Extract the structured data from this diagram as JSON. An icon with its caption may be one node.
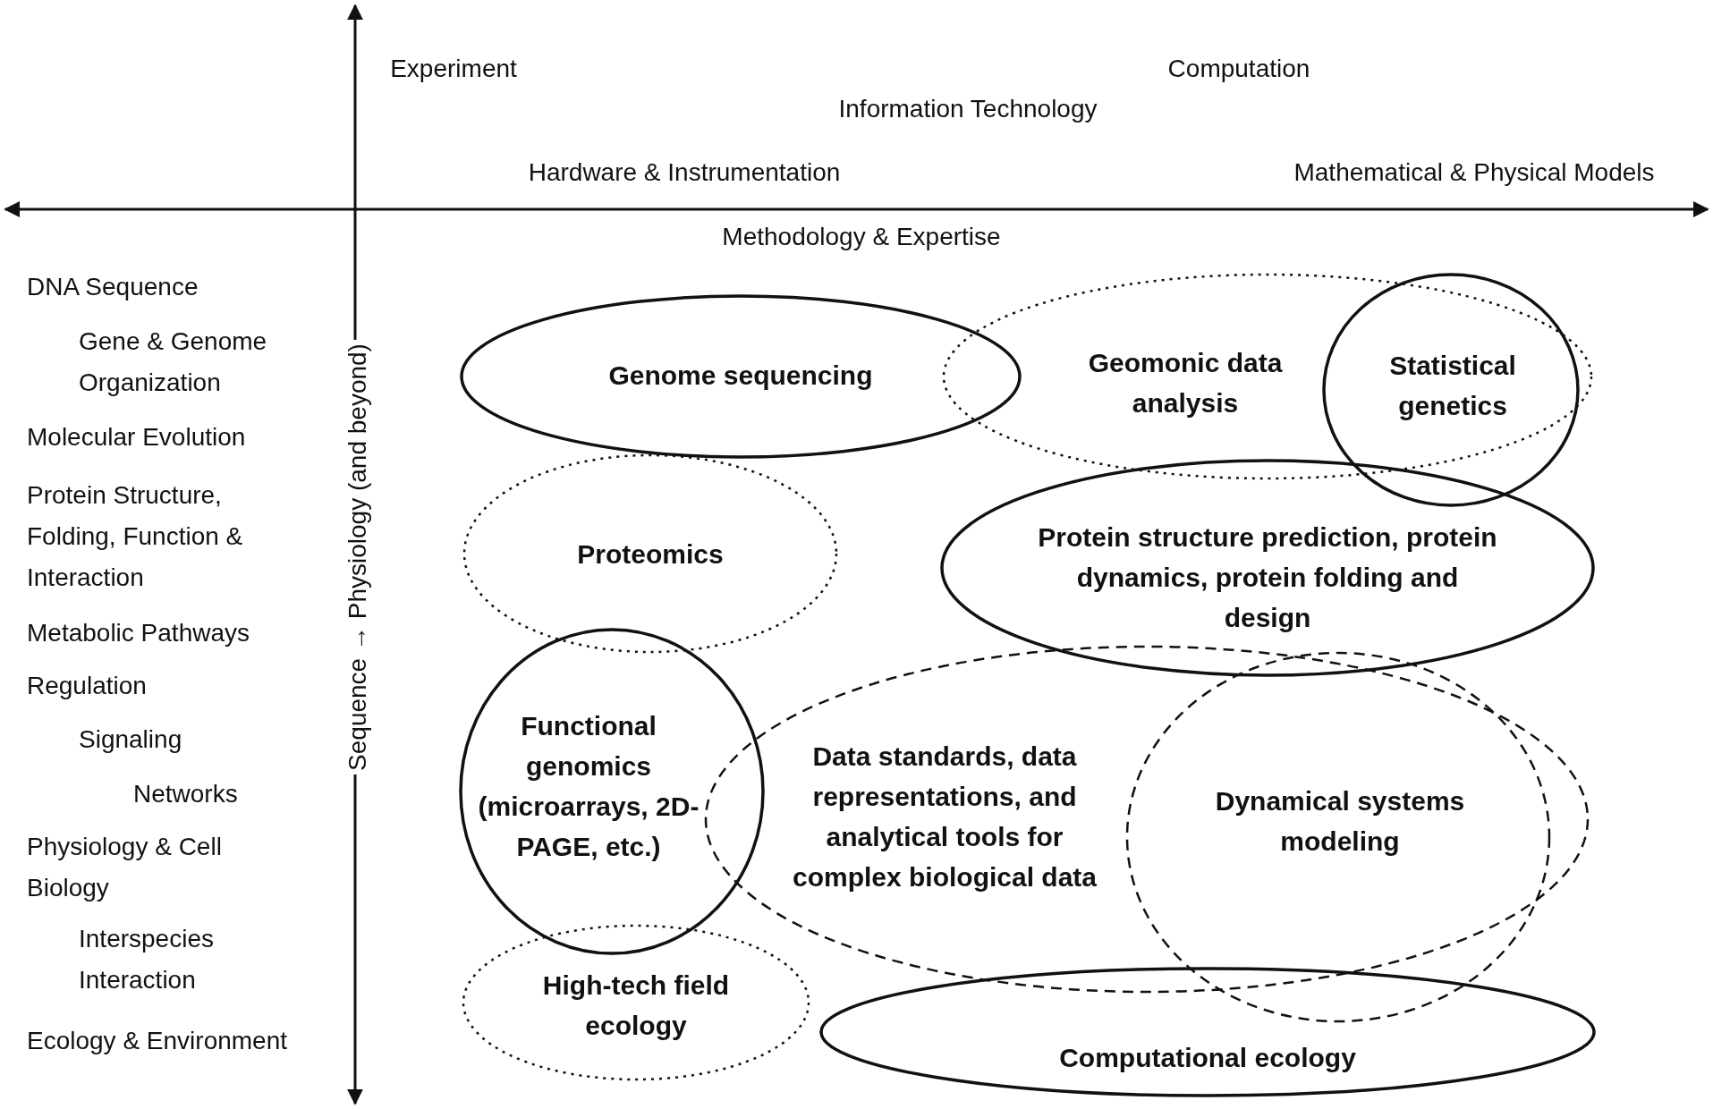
{
  "diagram": {
    "nodes": [
      {
        "text": [
          "Genome sequencing"
        ]
      },
      {
        "text": [
          "Geomonic data analysis"
        ]
      },
      {
        "text": [
          "Statistical genetics"
        ]
      },
      {
        "text": [
          "Proteomics"
        ]
      },
      {
        "text": [
          "Protein structure prediction, protein dynamics, protein folding and design"
        ]
      },
      {
        "text": [
          "Functional genomics (microarrays, 2D-PAGE, etc.)"
        ]
      },
      {
        "text": [
          "Data standards, data representations, and analytical tools for complex biological data"
        ]
      },
      {
        "text": [
          "Dynamical systems modeling"
        ]
      },
      {
        "text": [
          "High-tech field ecology"
        ]
      },
      {
        "text": [
          "Computational ecology"
        ]
      }
    ],
    "labels": [
      "Experiment",
      "Computation",
      "Information Technology",
      "Hardware & Instrumentation",
      "Mathematical & Physical Models",
      "Methodology & Expertise",
      "DNA Sequence",
      "Gene & Genome Organization",
      "Molecular Evolution",
      "Protein Structure, Folding, Function & Interaction",
      "Metabolic Pathways",
      "Regulation",
      "Signaling",
      "Networks",
      "Physiology & Cell Biology",
      "Interspecies Interaction",
      "Ecology & Environment",
      "Sequence → Physiology (and beyond)"
    ]
  }
}
